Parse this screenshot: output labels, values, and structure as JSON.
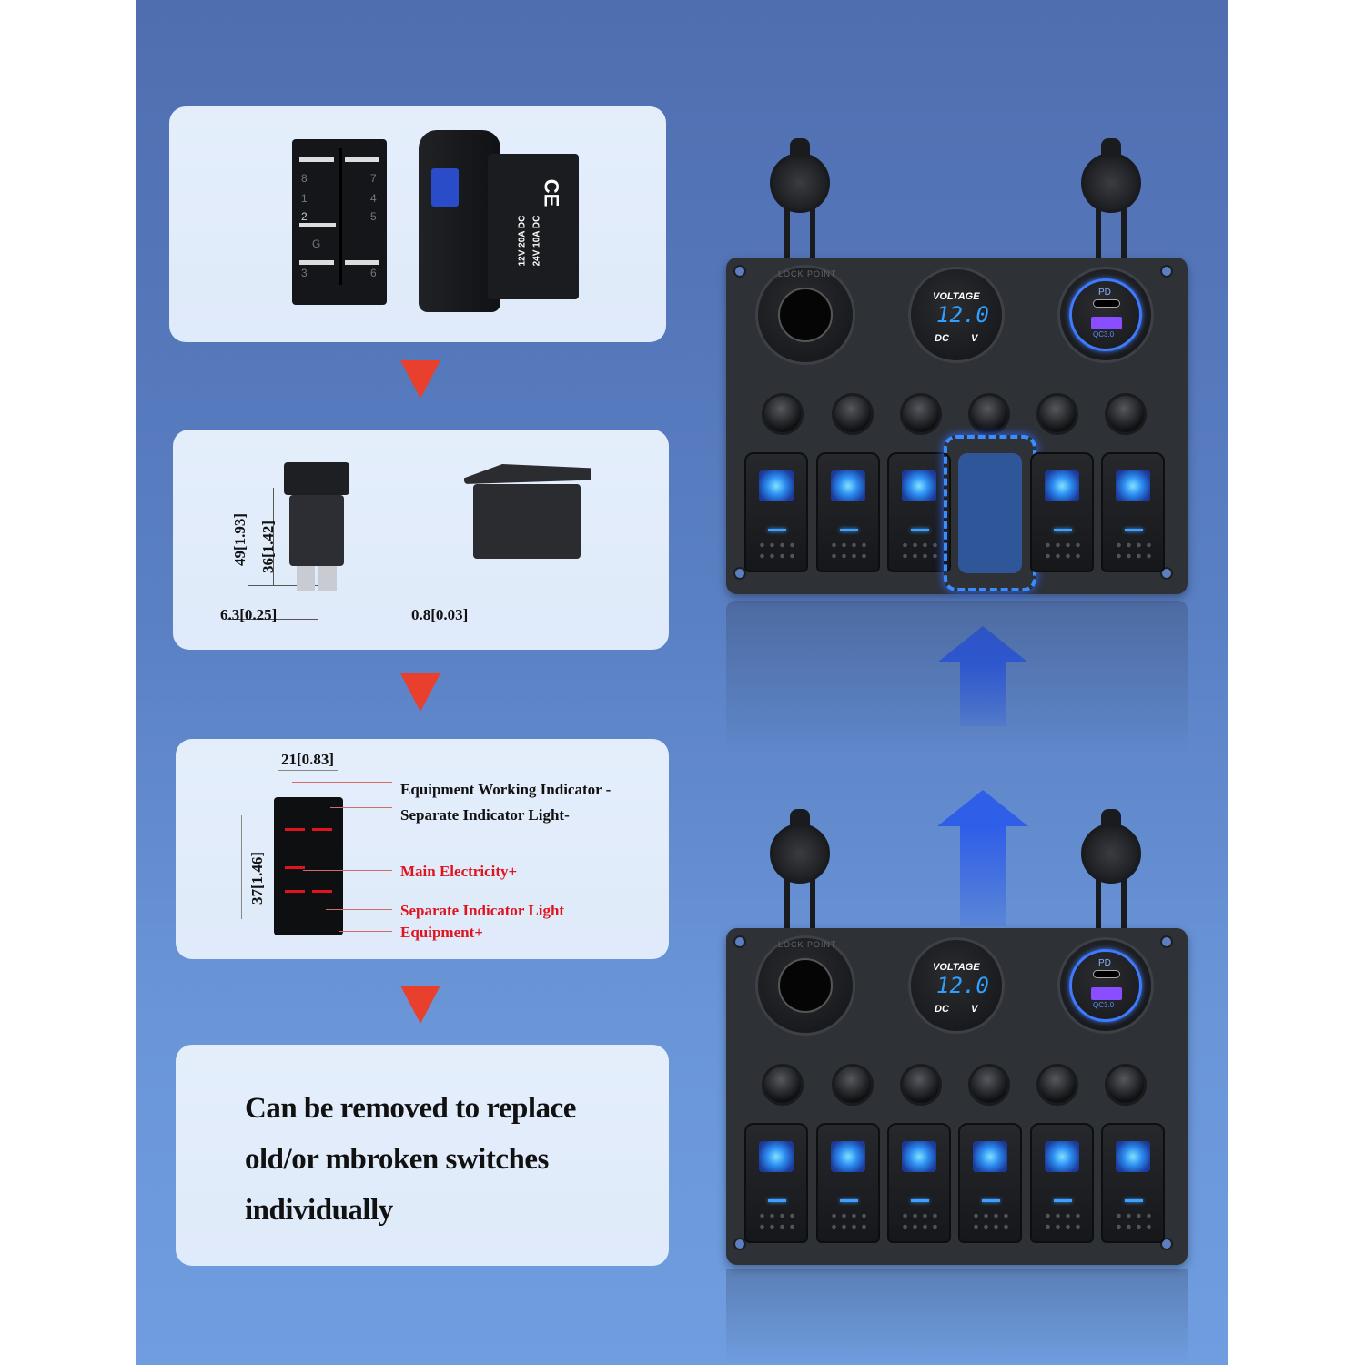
{
  "card1": {
    "switch_back": {
      "pins": [
        "8",
        "1",
        "2",
        "G",
        "3",
        "7",
        "4",
        "5",
        "6"
      ]
    },
    "switch_side": {
      "ratings": [
        "12V 20A DC",
        "24V 10A DC"
      ],
      "mark": "CE"
    }
  },
  "card2": {
    "height_total": "49[1.93]",
    "height_body": "36[1.42]",
    "pin_width": "6.3[0.25]",
    "pin_thickness": "0.8[0.03]"
  },
  "card3": {
    "width": "21[0.83]",
    "height": "37[1.46]",
    "labels": [
      {
        "text": "Equipment Working Indicator -",
        "color": "#111111"
      },
      {
        "text": "Separate Indicator Light-",
        "color": "#111111"
      },
      {
        "text": "Main Electricity+",
        "color": "#e0141e"
      },
      {
        "text": "Separate Indicator Light",
        "color": "#e0141e"
      },
      {
        "text": "Equipment+",
        "color": "#e0141e"
      }
    ]
  },
  "card4": {
    "lines": [
      "Can be removed to replace",
      "old/or mbroken switches",
      "individually"
    ]
  },
  "panel": {
    "socket_label": "LOCK POINT",
    "voltmeter_title": "VOLTAGE",
    "voltage": "12.0",
    "dc": "DC",
    "unit": "V",
    "usb_pd": "PD",
    "usb_qc": "QC3.0",
    "switch_count": 6,
    "removed_slot": 4
  },
  "colors": {
    "arrow_down": "#e8402c",
    "arrow_up": "#2f5ee8",
    "led": "#2c8bf0"
  }
}
